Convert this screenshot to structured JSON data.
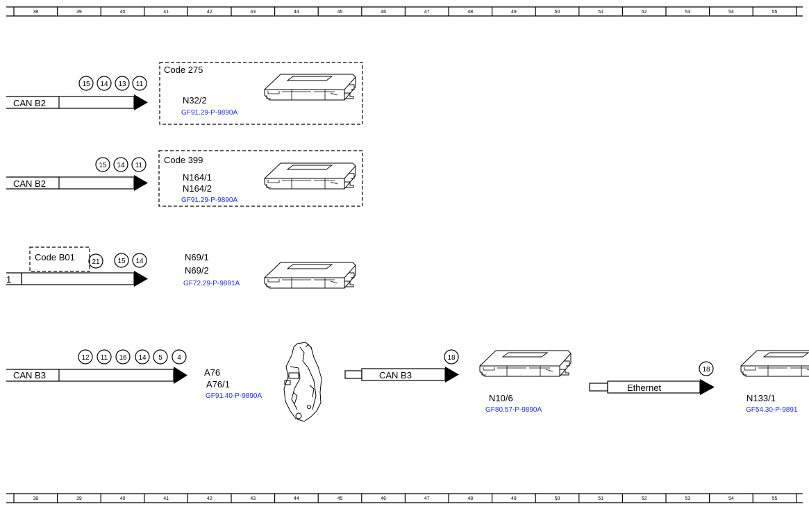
{
  "ruler": {
    "numbers": [
      "38",
      "39",
      "40",
      "41",
      "42",
      "43",
      "44",
      "45",
      "46",
      "47",
      "48",
      "49",
      "50",
      "51",
      "52",
      "53",
      "54",
      "55"
    ]
  },
  "rows": [
    {
      "bus_label": "CAN B2",
      "connectors": [
        "15",
        "14",
        "13",
        "11"
      ],
      "code_box": "Code 275",
      "components": [
        "N32/2"
      ],
      "ref": "GF91.29-P-9890A"
    },
    {
      "bus_label": "CAN B2",
      "connectors": [
        "15",
        "14",
        "11"
      ],
      "code_box": "Code 399",
      "components": [
        "N164/1",
        "N164/2"
      ],
      "ref": "GF91.29-P-9890A"
    },
    {
      "bus_label": "1",
      "code_box": "Code B01",
      "code_connector": "21",
      "connectors": [
        "15",
        "14"
      ],
      "components": [
        "N69/1",
        "N69/2"
      ],
      "ref": "GF72.29-P-9891A"
    },
    {
      "bus_label": "CAN B3",
      "connectors": [
        "12",
        "11",
        "16",
        "14",
        "5",
        "4"
      ],
      "components": [
        "A76",
        "A76/1"
      ],
      "ref": "GF91.40-P-9890A",
      "link1": {
        "bus_label": "CAN B3",
        "connector": "18"
      },
      "node1": {
        "label": "N10/6",
        "ref": "GF80.57-P-9890A"
      },
      "link2": {
        "bus_label": "Ethernet",
        "connector": "18"
      },
      "node2": {
        "label": "N133/1",
        "ref": "GF54.30-P-9891"
      }
    }
  ]
}
